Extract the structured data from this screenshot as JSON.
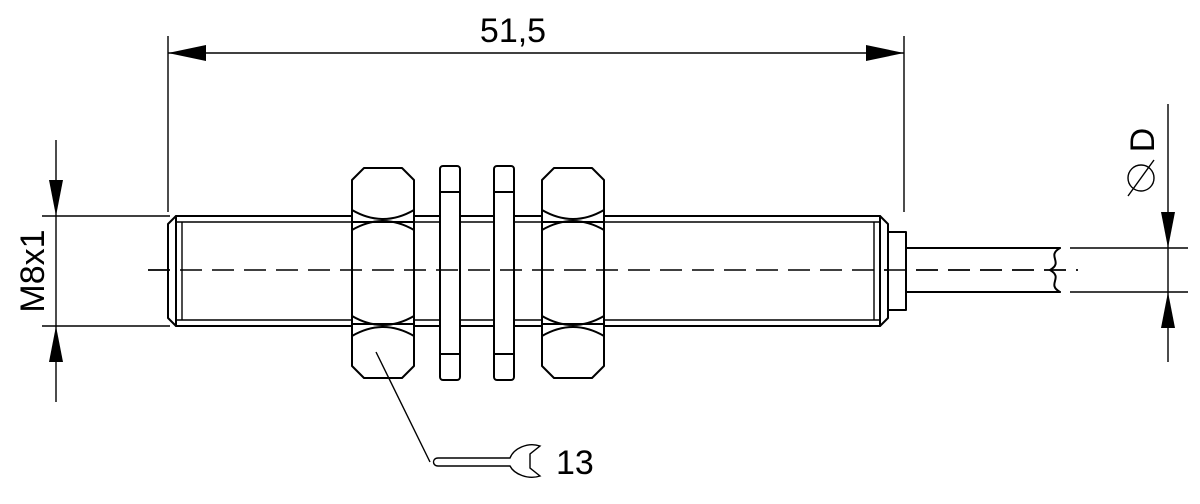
{
  "dimensions": {
    "length_label": "51,5",
    "thread_label": "M8x1",
    "cable_diameter_label": "D",
    "wrench_size_label": "13"
  },
  "symbols": {
    "diameter": "diameter-symbol",
    "wrench": "wrench-icon"
  }
}
